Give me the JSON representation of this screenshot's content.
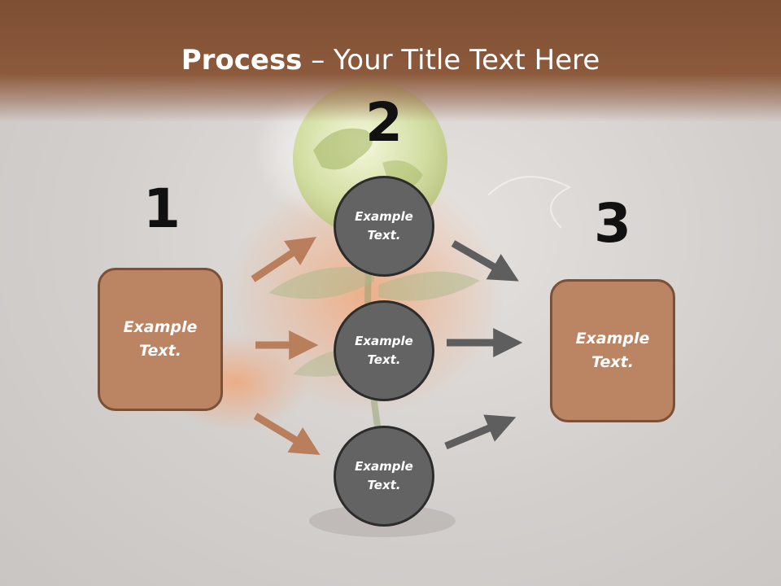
{
  "title": {
    "bold": "Process",
    "rest": " – Your Title Text Here"
  },
  "steps": [
    {
      "number": "1",
      "left_box": {
        "line1": "Example",
        "line2": "Text."
      }
    },
    {
      "number": "2",
      "circles": [
        {
          "line1": "Example",
          "line2": "Text."
        },
        {
          "line1": "Example",
          "line2": "Text."
        },
        {
          "line1": "Example",
          "line2": "Text."
        }
      ]
    },
    {
      "number": "3",
      "right_box": {
        "line1": "Example",
        "line2": "Text."
      }
    }
  ],
  "colors": {
    "header": "#8c593b",
    "box_fill": "#bb8462",
    "box_border": "#7a5039",
    "circle_fill": "#636363",
    "circle_border": "#2c2c2c",
    "arrow_in": "#b97e5c",
    "arrow_out": "#5e5e5e"
  }
}
